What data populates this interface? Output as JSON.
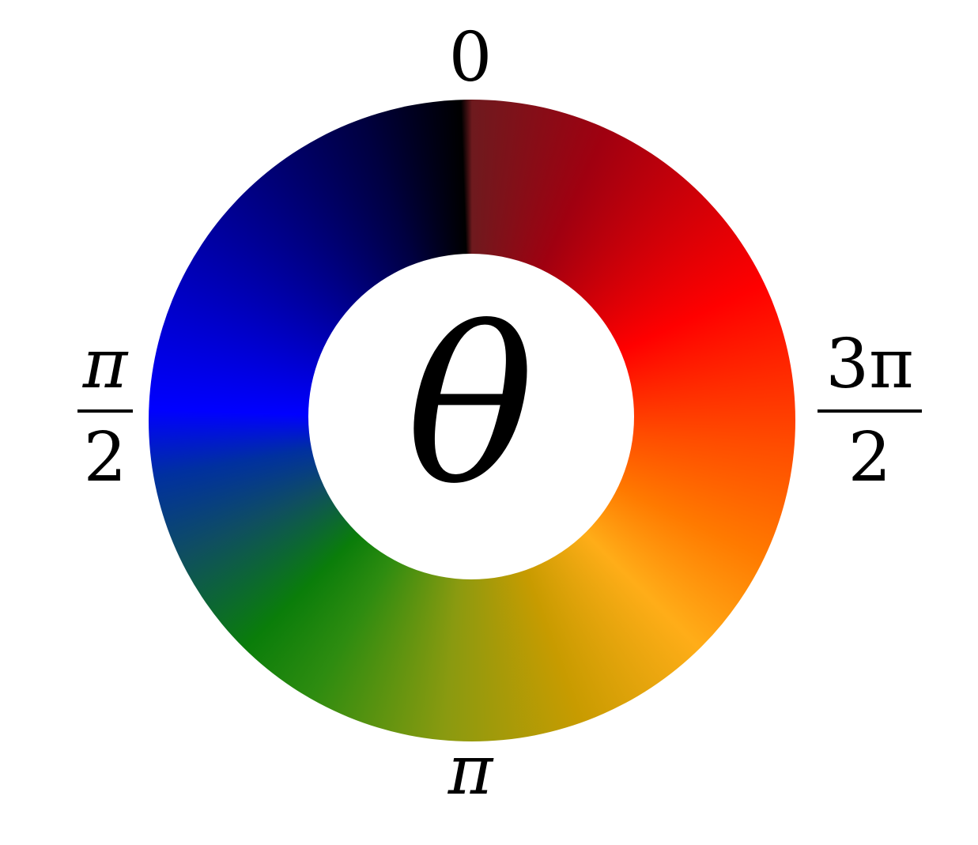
{
  "diagram": {
    "center_symbol": "θ",
    "labels": {
      "top": "0",
      "bottom": "π",
      "left": {
        "numerator": "π",
        "denominator": "2"
      },
      "right": {
        "numerator": "3π",
        "denominator": "2"
      }
    },
    "colors": {
      "top": "#000000",
      "right_upper": "#ff0000",
      "right_lower": "#ffad18",
      "bottom": "#0a7d0a",
      "left": "#0000ff"
    }
  }
}
